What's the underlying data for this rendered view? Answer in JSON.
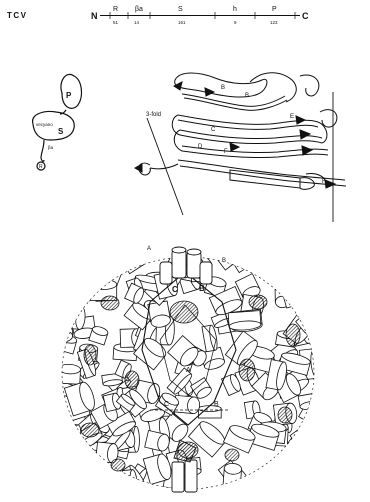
{
  "title": "TCV",
  "domain_map": {
    "n_terminus": "N",
    "c_terminus": "C",
    "domains": [
      {
        "label": "R",
        "count": "51"
      },
      {
        "label": "βa",
        "count": "14"
      },
      {
        "label": "S",
        "count": "161"
      },
      {
        "label": "h",
        "count": "9"
      },
      {
        "label": "P",
        "count": "123"
      }
    ]
  },
  "subunit_sketch": {
    "p_label": "P",
    "s_label": "S",
    "r_label": "R",
    "arm_label": "βa",
    "inner_text": "vecyano"
  },
  "ribbon": {
    "axis_label": "3-fold",
    "strand_labels": [
      "B",
      "B",
      "C",
      "D",
      "F",
      "E",
      "F"
    ]
  },
  "capsid": {
    "top_labels": [
      "C",
      "B"
    ],
    "inner_labels": [
      "A",
      "C",
      "B"
    ],
    "edge_labels": [
      "A",
      "B"
    ]
  },
  "colors": {
    "ink": "#111111",
    "background": "#ffffff",
    "hatch": "#222222"
  }
}
